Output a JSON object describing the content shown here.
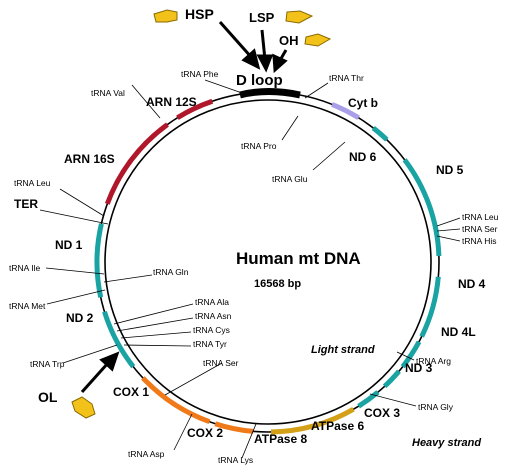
{
  "center": {
    "title": "Human mt DNA",
    "length": "16568 bp"
  },
  "strands": {
    "light": "Light strand",
    "heavy": "Heavy strand"
  },
  "promoters": {
    "hsp": "HSP",
    "lsp": "LSP",
    "oh": "OH",
    "ol": "OL",
    "dloop": "D loop"
  },
  "genes": {
    "arn12s": "ARN 12S",
    "arn16s": "ARN 16S",
    "ter": "TER",
    "nd1": "ND 1",
    "nd2": "ND 2",
    "cox1": "COX 1",
    "cox2": "COX 2",
    "atp8": "ATPase 8",
    "atp6": "ATPase 6",
    "cox3": "COX 3",
    "nd3": "ND 3",
    "nd4l": "ND 4L",
    "nd4": "ND 4",
    "nd5": "ND 5",
    "nd6": "ND 6",
    "cytb": "Cyt b"
  },
  "trnas": {
    "phe": "tRNA Phe",
    "thr": "tRNA Thr",
    "val": "tRNA Val",
    "pro": "tRNA Pro",
    "glu": "tRNA Glu",
    "leu1": "tRNA Leu",
    "leu2": "tRNA Leu",
    "ser2": "tRNA Ser",
    "his": "tRNA His",
    "ile": "tRNA Ile",
    "gln": "tRNA Gln",
    "met": "tRNA Met",
    "ala": "tRNA Ala",
    "asn": "tRNA Asn",
    "cys": "tRNA Cys",
    "tyr": "tRNA Tyr",
    "trp": "tRNA Trp",
    "arg": "tRNA Arg",
    "ser1": "tRNA Ser",
    "gly": "tRNA Gly",
    "asp": "tRNA Asp",
    "lys": "tRNA Lys"
  },
  "colors": {
    "rrna": "#b0172a",
    "nd": "#1aa3a3",
    "cox": "#f07a1a",
    "atp": "#d4a017",
    "cytb": "#a99ee8",
    "dloop": "#000000",
    "arrow": "#f2c21a"
  }
}
